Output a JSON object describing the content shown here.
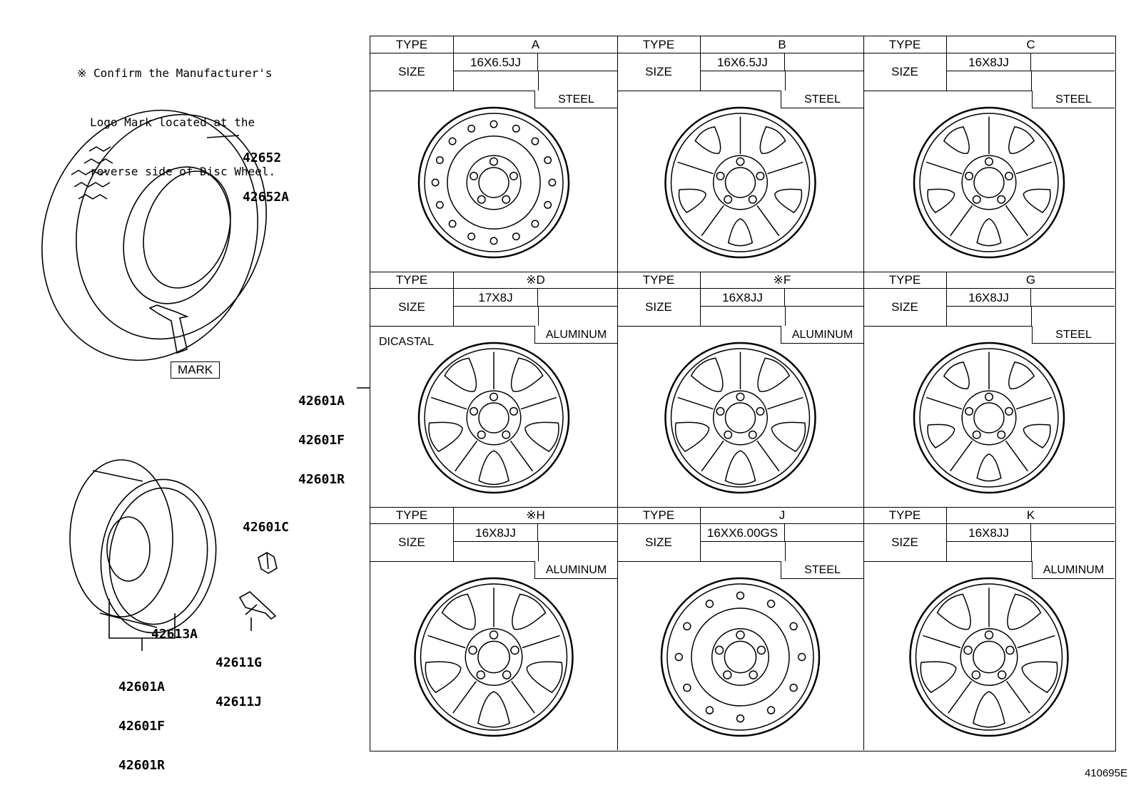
{
  "note_lines": [
    "※ Confirm the Manufacturer's",
    "Logo Mark located at the",
    "reverse side of Disc Wheel."
  ],
  "tire_parts": [
    "42652",
    "42652A"
  ],
  "mark_label": "MARK",
  "wheel_parts": [
    "42601A",
    "42601F",
    "42601R"
  ],
  "rim_part": "42613A",
  "lower_parts": [
    "42601A",
    "42601F",
    "42601R"
  ],
  "nut_part": "42601C",
  "valve_parts": [
    "42611G",
    "42611J"
  ],
  "diagram_code": "410695E",
  "labels": {
    "type": "TYPE",
    "size": "SIZE"
  },
  "cells": [
    {
      "type": "A",
      "size": "16X6.5JJ",
      "material": "STEEL",
      "note": ""
    },
    {
      "type": "B",
      "size": "16X6.5JJ",
      "material": "STEEL",
      "note": ""
    },
    {
      "type": "C",
      "size": "16X8JJ",
      "material": "STEEL",
      "note": ""
    },
    {
      "type": "※D",
      "size": "17X8J",
      "material": "ALUMINUM",
      "note": "DICASTAL"
    },
    {
      "type": "※F",
      "size": "16X8JJ",
      "material": "ALUMINUM",
      "note": ""
    },
    {
      "type": "G",
      "size": "16X8JJ",
      "material": "STEEL",
      "note": ""
    },
    {
      "type": "※H",
      "size": "16X8JJ",
      "material": "ALUMINUM",
      "note": ""
    },
    {
      "type": "J",
      "size": "16XX6.00GS",
      "material": "STEEL",
      "note": ""
    },
    {
      "type": "K",
      "size": "16X8JJ",
      "material": "ALUMINUM",
      "note": ""
    }
  ]
}
